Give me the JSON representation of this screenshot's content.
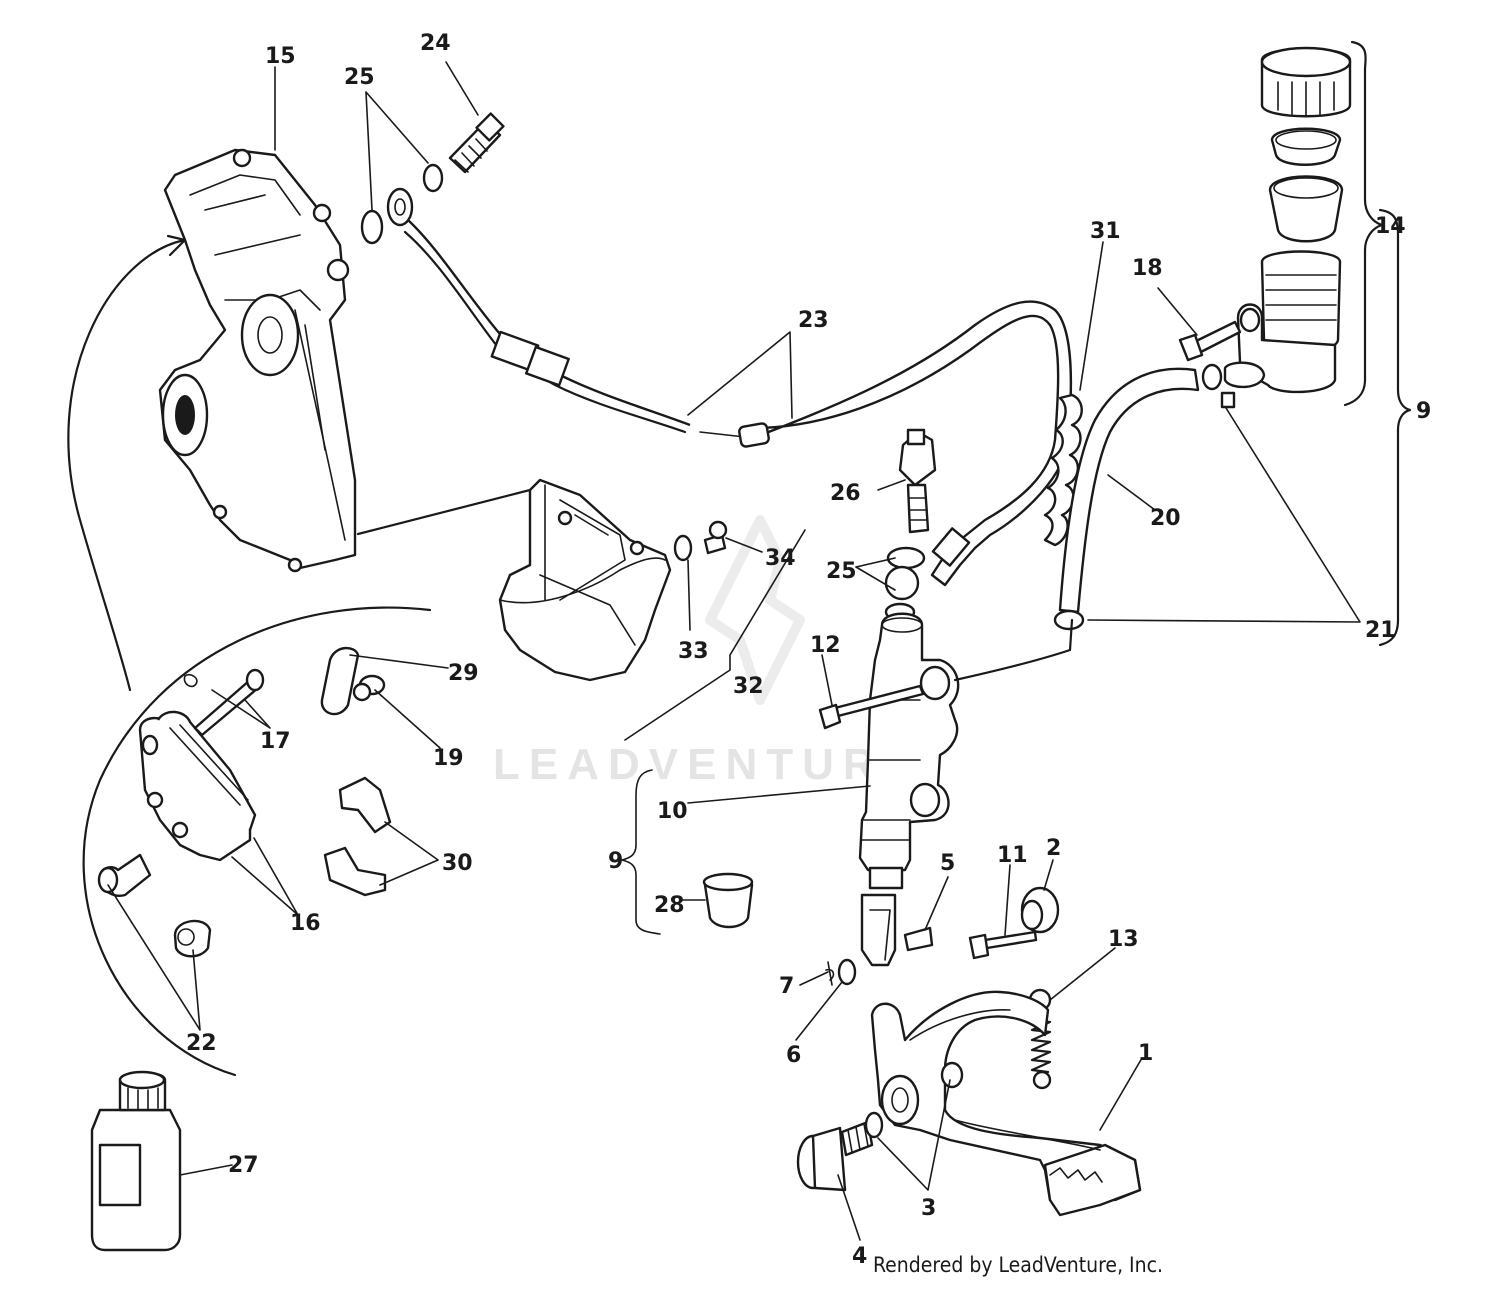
{
  "watermark": {
    "text": "LEADVENTURE"
  },
  "credit": {
    "text": "Rendered by LeadVenture, Inc."
  },
  "callouts": {
    "c1": "1",
    "c2": "2",
    "c3": "3",
    "c4": "4",
    "c5": "5",
    "c6": "6",
    "c7": "7",
    "c9a": "9",
    "c9b": "9",
    "c10": "10",
    "c11": "11",
    "c12": "12",
    "c13": "13",
    "c14": "14",
    "c15": "15",
    "c16": "16",
    "c17": "17",
    "c18": "18",
    "c19": "19",
    "c20": "20",
    "c21": "21",
    "c22": "22",
    "c23": "23",
    "c24": "24",
    "c25a": "25",
    "c25b": "25",
    "c26": "26",
    "c27": "27",
    "c28": "28",
    "c29": "29",
    "c30": "30",
    "c31": "31",
    "c32": "32",
    "c33": "33",
    "c34": "34"
  }
}
